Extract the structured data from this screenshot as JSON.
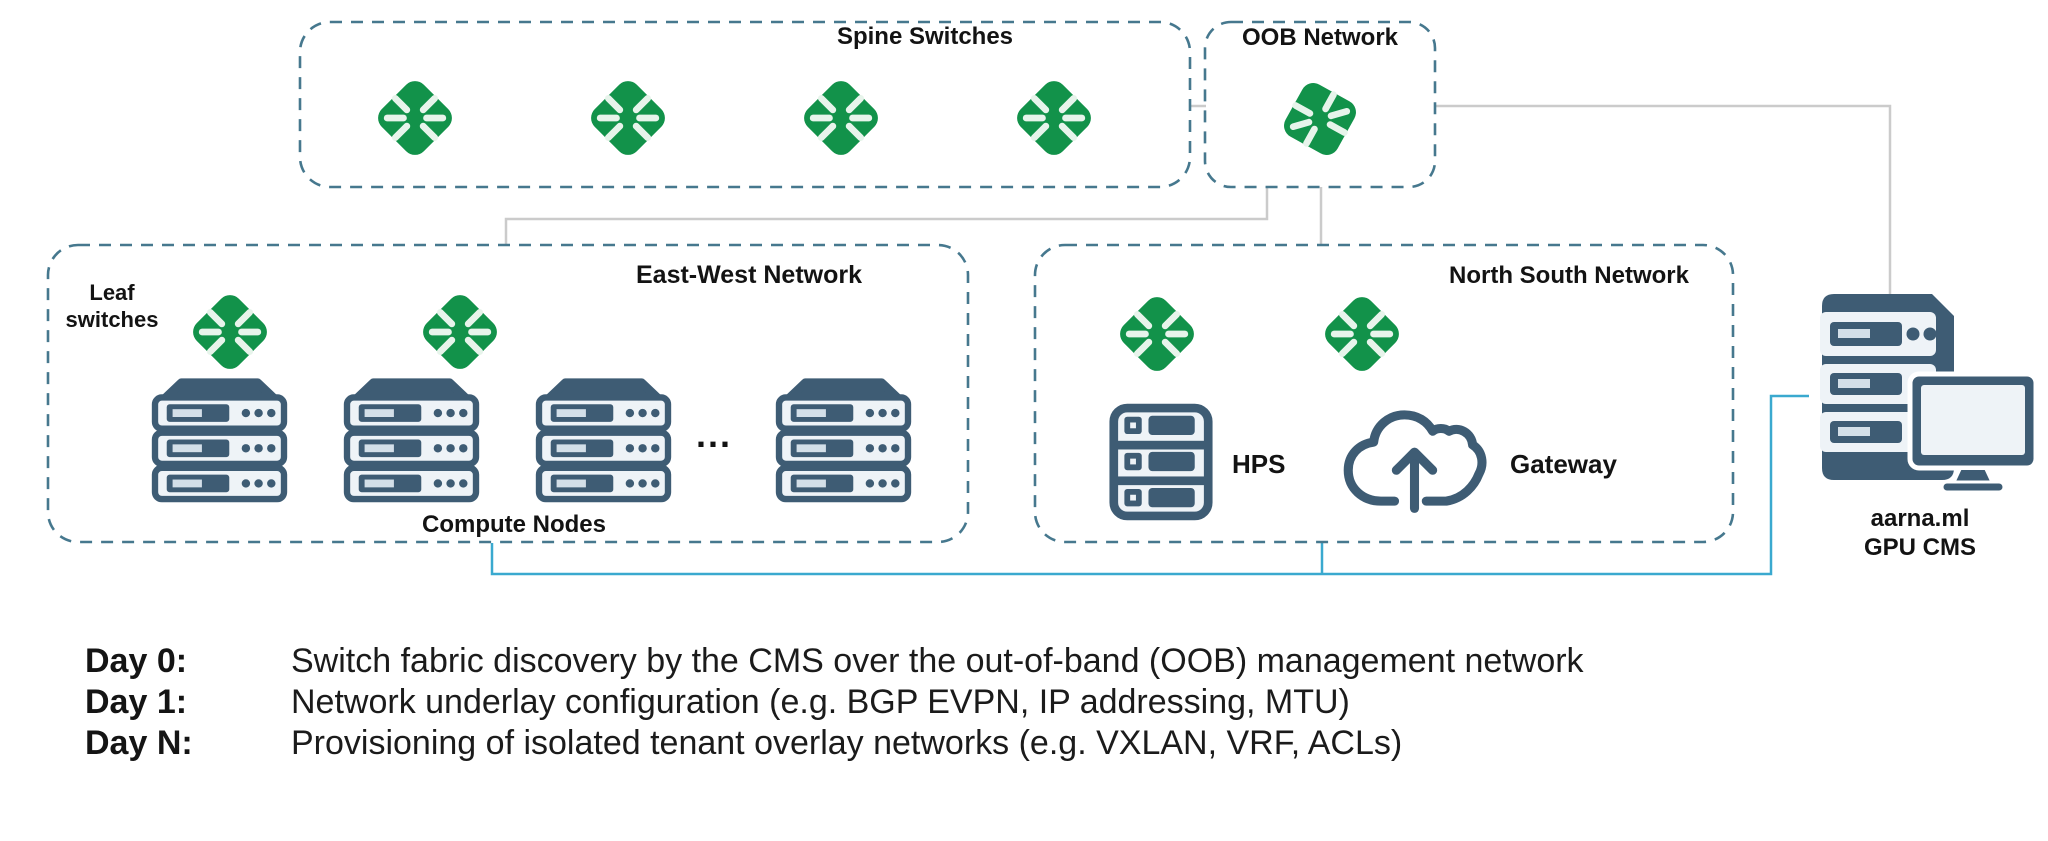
{
  "colors": {
    "box_border": "#46788e",
    "switch_green": "#12924a",
    "switch_spoke": "#e7f4eb",
    "slate": "#3e5c74",
    "slate_light": "#eef3f7",
    "line_gray": "#cbcbcb",
    "line_blue": "#3aa9cf"
  },
  "spine": {
    "title": "Spine Switches"
  },
  "oob": {
    "title": "OOB Network"
  },
  "east_west": {
    "title": "East-West Network",
    "leaf_line1": "Leaf",
    "leaf_line2": "switches",
    "compute_label": "Compute Nodes",
    "ellipsis": "..."
  },
  "north_south": {
    "title": "North South Network",
    "hps_label": "HPS",
    "gateway_label": "Gateway"
  },
  "cms": {
    "line1": "aarna.ml",
    "line2": "GPU CMS"
  },
  "legend": {
    "rows": [
      {
        "label": "Day 0:",
        "text": "Switch fabric discovery by the CMS over the out-of-band (OOB) management network"
      },
      {
        "label": "Day 1:",
        "text": "Network underlay configuration (e.g. BGP EVPN, IP addressing, MTU)"
      },
      {
        "label": "Day N:",
        "text": "Provisioning of isolated tenant overlay networks (e.g. VXLAN, VRF, ACLs)"
      }
    ]
  }
}
